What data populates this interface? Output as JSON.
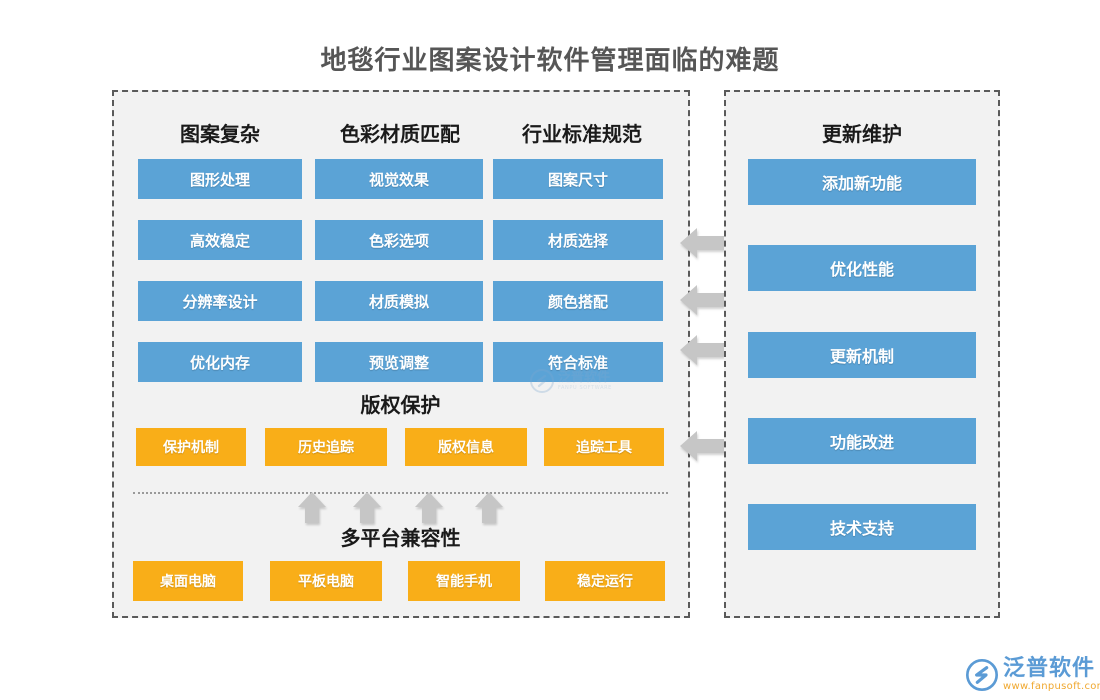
{
  "title": "地毯行业图案设计软件管理面临的难题",
  "colors": {
    "blue": "#5ba3d6",
    "orange": "#f9ae18",
    "panel_bg": "#f2f2f2",
    "panel_border": "#5a5a5a",
    "title_text": "#565656"
  },
  "left_panel": {
    "column_headings": [
      {
        "label": "图案复杂"
      },
      {
        "label": "色彩材质匹配"
      },
      {
        "label": "行业标准规范"
      }
    ],
    "grid_rows": [
      {
        "cells": [
          "图形处理",
          "视觉效果",
          "图案尺寸"
        ]
      },
      {
        "cells": [
          "高效稳定",
          "色彩选项",
          "材质选择"
        ]
      },
      {
        "cells": [
          "分辨率设计",
          "材质模拟",
          "颜色搭配"
        ]
      },
      {
        "cells": [
          "优化内存",
          "预览调整",
          "符合标准"
        ]
      }
    ],
    "copyright_section": {
      "heading": "版权保护",
      "items": [
        "保护机制",
        "历史追踪",
        "版权信息",
        "追踪工具"
      ]
    },
    "platform_section": {
      "heading": "多平台兼容性",
      "items": [
        "桌面电脑",
        "平板电脑",
        "智能手机",
        "稳定运行"
      ]
    }
  },
  "right_panel": {
    "heading": "更新维护",
    "items": [
      "添加新功能",
      "优化性能",
      "更新机制",
      "功能改进",
      "技术支持"
    ]
  },
  "arrows": {
    "left_count": 4,
    "up_count": 4,
    "color": "#c6c6c6"
  },
  "watermark": {
    "cn": "泛普软件",
    "en": "FANPU SOFTWARE"
  },
  "logo": {
    "cn": "泛普软件",
    "en": "www.fanpusoft.com"
  }
}
